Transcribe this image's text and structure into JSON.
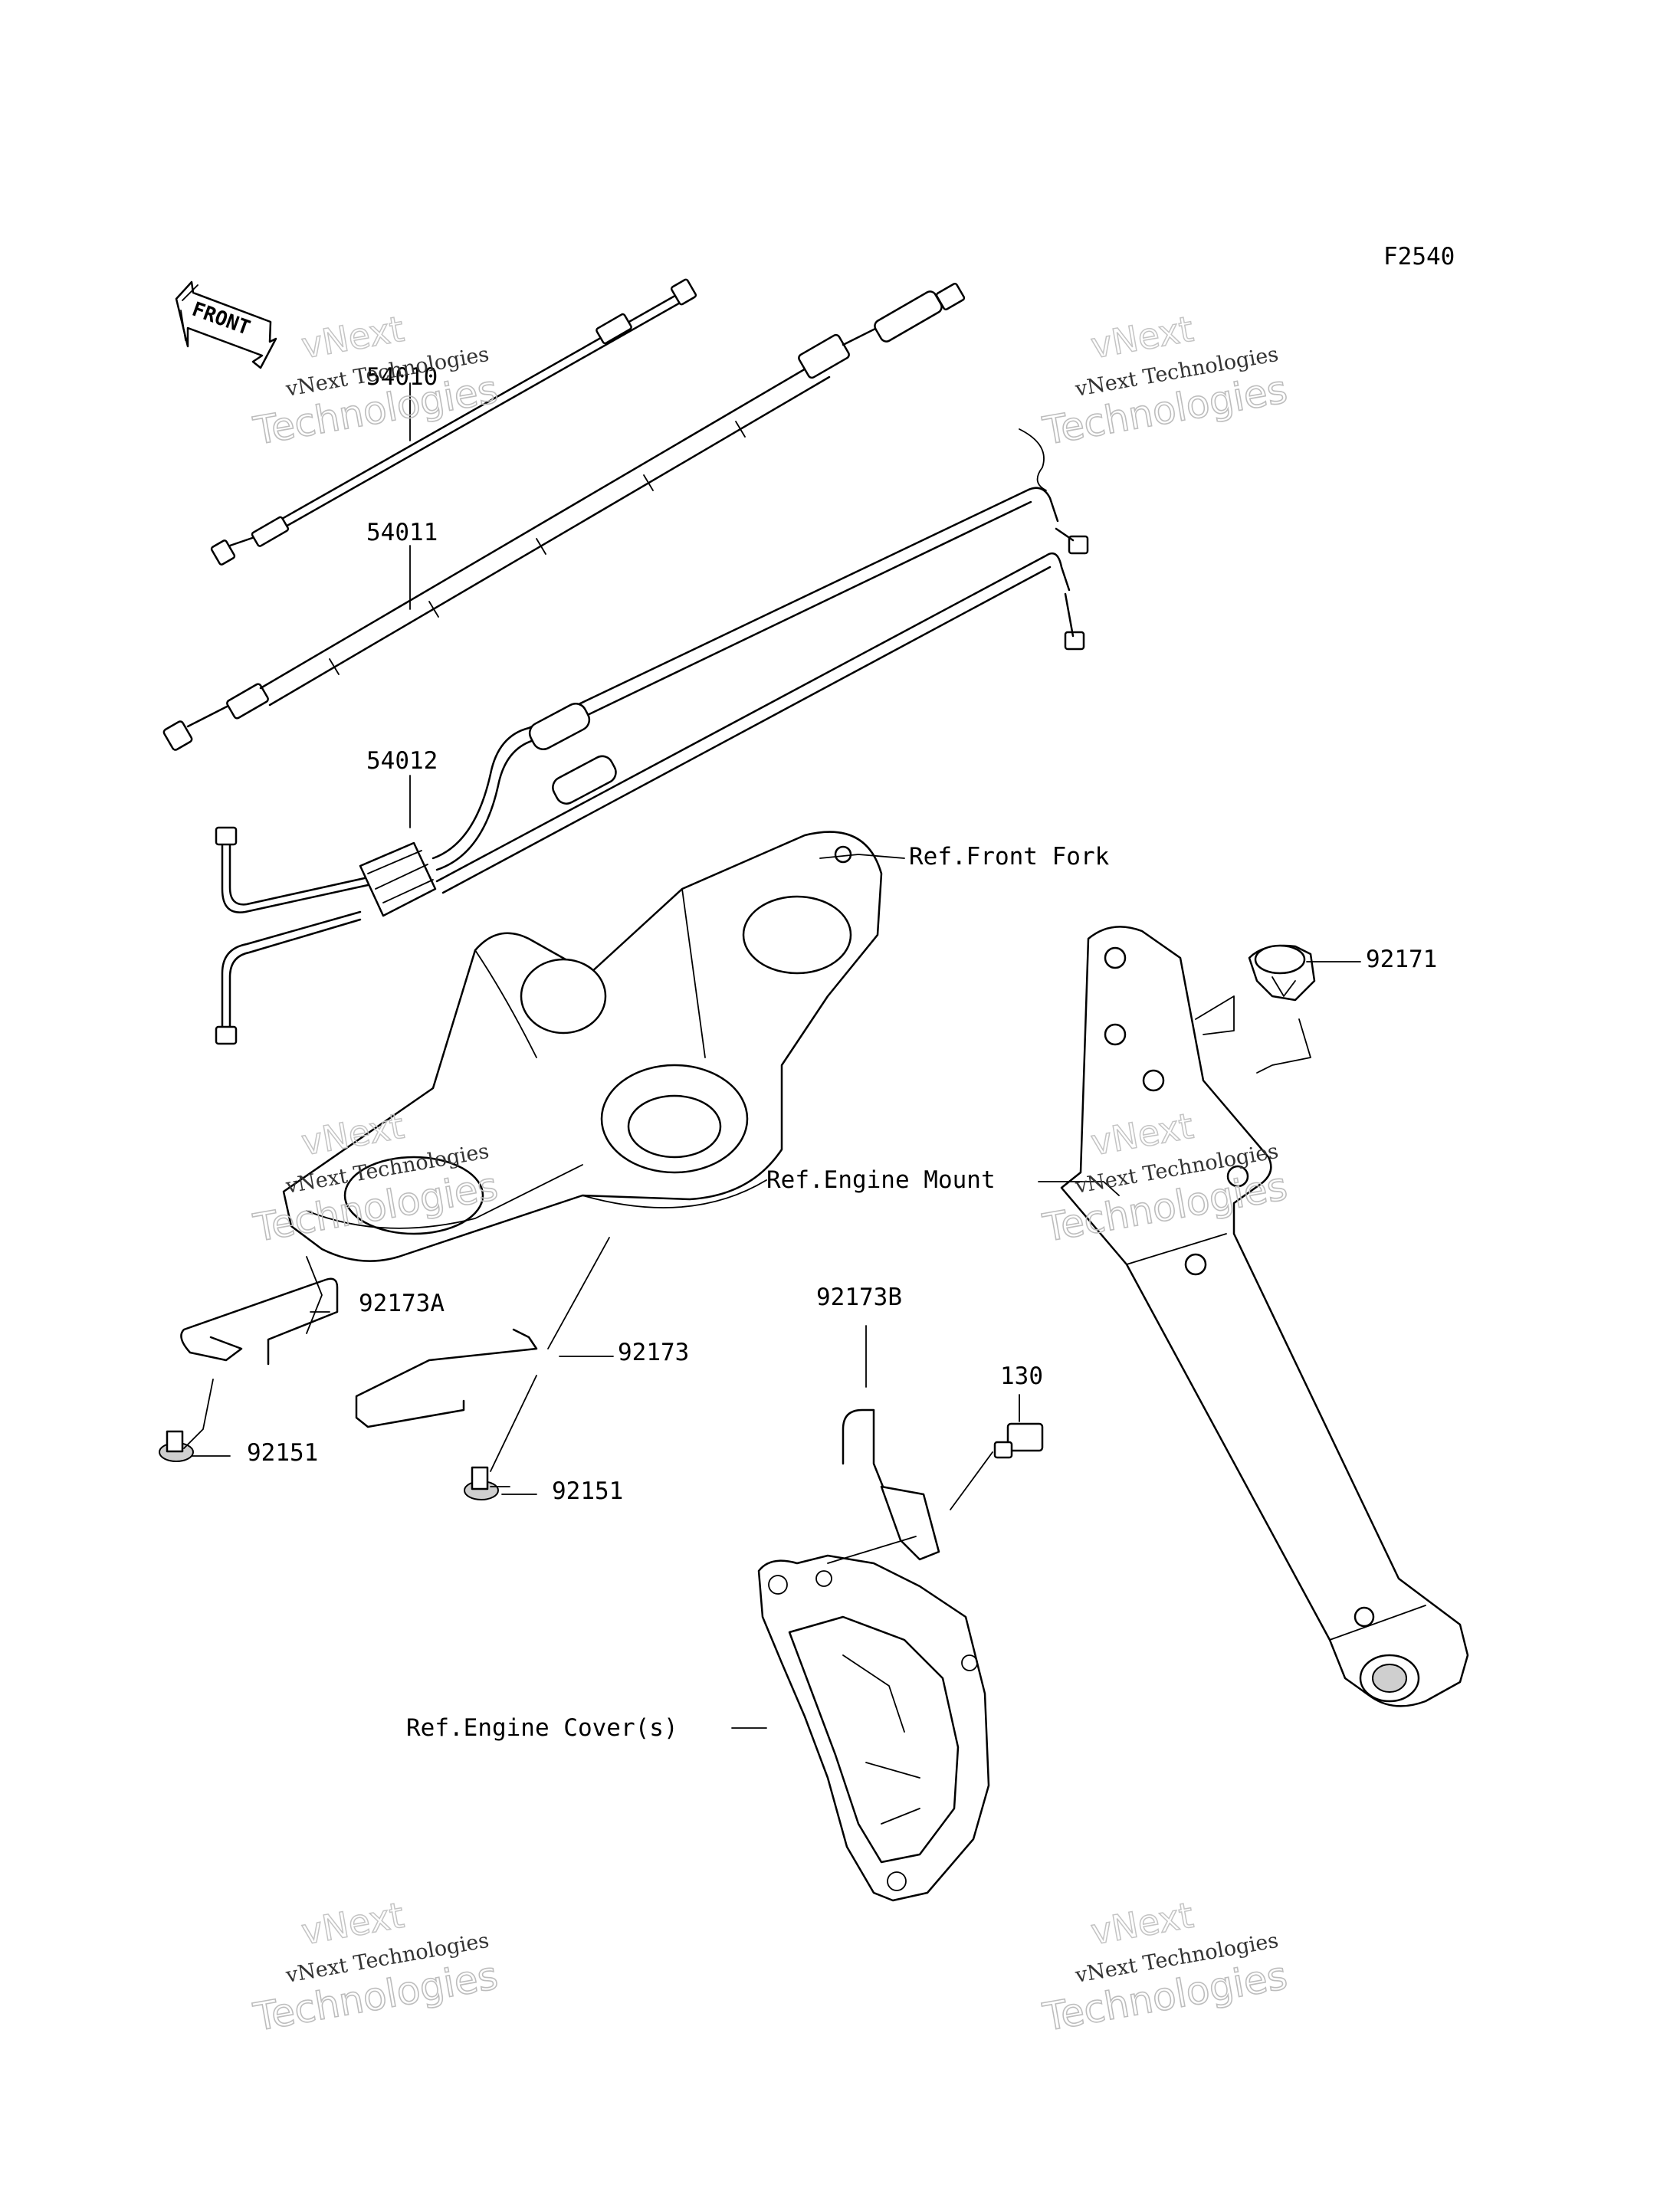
{
  "figure_code": "F2540",
  "front_arrow_label": "FRONT",
  "part_labels": {
    "p54010": "54010",
    "p54011": "54011",
    "p54012": "54012",
    "p92171": "92171",
    "p92173A": "92173A",
    "p92173": "92173",
    "p92173B": "92173B",
    "p130": "130",
    "p92151_left": "92151",
    "p92151_center": "92151"
  },
  "reference_labels": {
    "front_fork": "Ref.Front Fork",
    "engine_mount": "Ref.Engine Mount",
    "engine_cover": "Ref.Engine Cover(s)"
  },
  "watermark": {
    "line1": "vNext",
    "line2": "vNext Technologies",
    "line3": "Technologies"
  }
}
